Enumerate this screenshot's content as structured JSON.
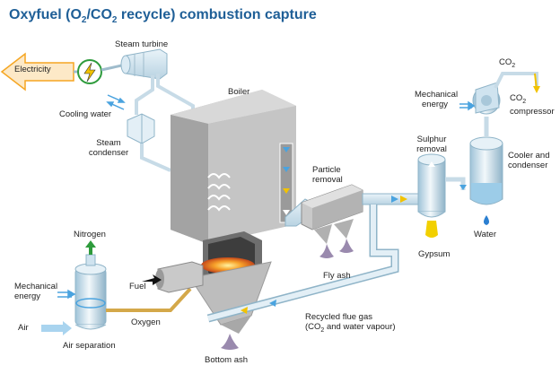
{
  "title": {
    "prefix": "Oxyfuel (O",
    "sub1": "2",
    "mid": "/CO",
    "sub2": "2",
    "suffix": " recycle) combustion capture"
  },
  "labels": {
    "electricity": "Electricity",
    "steam_turbine": "Steam turbine",
    "cooling_water": "Cooling water",
    "steam_condenser_1": "Steam",
    "steam_condenser_2": "condenser",
    "boiler": "Boiler",
    "particle_removal_1": "Particle",
    "particle_removal_2": "removal",
    "fly_ash": "Fly ash",
    "sulphur_removal_1": "Sulphur",
    "sulphur_removal_2": "removal",
    "gypsum": "Gypsum",
    "co2_top_pre": "CO",
    "co2_top_sub": "2",
    "mech_energy_top_1": "Mechanical",
    "mech_energy_top_2": "energy",
    "co2_comp_pre": "CO",
    "co2_comp_sub": "2",
    "co2_comp_2": "compressor",
    "cooler_1": "Cooler and",
    "cooler_2": "condenser",
    "water": "Water",
    "nitrogen": "Nitrogen",
    "mech_energy_left_1": "Mechanical",
    "mech_energy_left_2": "energy",
    "fuel": "Fuel",
    "air": "Air",
    "oxygen": "Oxygen",
    "air_separation": "Air separation",
    "recycled_1": "Recycled flue gas",
    "recycled_2_pre": "(CO",
    "recycled_2_sub": "2",
    "recycled_2_post": " and water vapour)",
    "bottom_ash": "Bottom ash"
  },
  "colors": {
    "title": "#1f5f97",
    "pipe": "#cfe3ef",
    "pipe_edge": "#8fb4c8",
    "boiler": "#b5b5b5",
    "flow_blue": "#4aa3df",
    "flow_yellow": "#f2c200",
    "ash": "#9a8aae",
    "electricity_arrow": "#f5a623",
    "nitrogen": "#2e9b3c",
    "gypsum": "#f2d000",
    "water": "#2b7fd1"
  },
  "icons": [
    "lightning-icon",
    "electricity-arrow-icon",
    "flame-icon",
    "nitrogen-arrow-icon",
    "water-drop-icon"
  ]
}
